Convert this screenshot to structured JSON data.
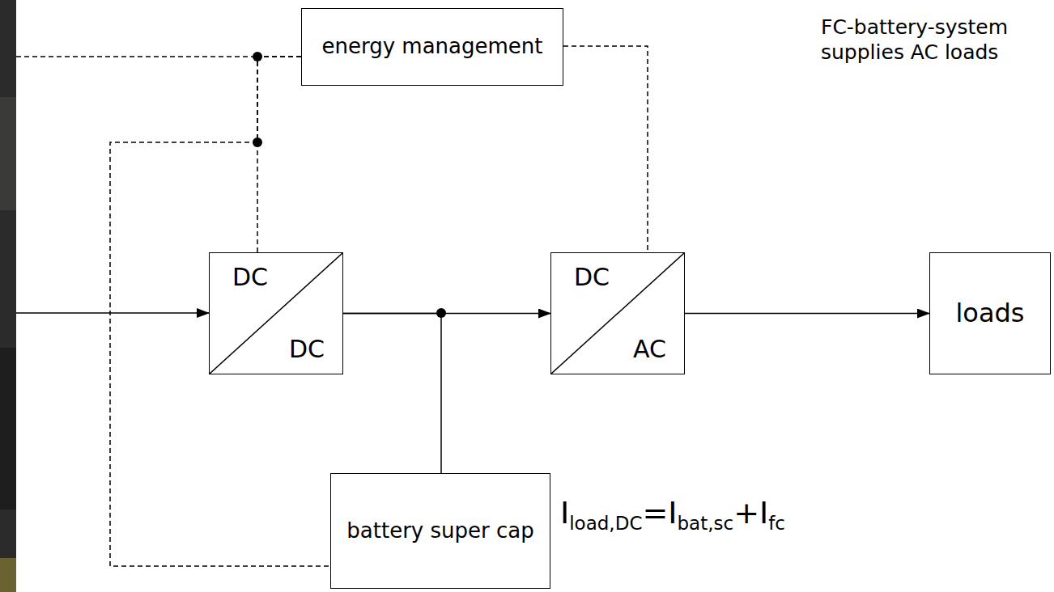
{
  "diagram": {
    "nodes": [
      {
        "text": [
          "energy management"
        ]
      },
      {
        "text": [
          "DC",
          "DC"
        ]
      },
      {
        "text": [
          "DC",
          "AC"
        ]
      },
      {
        "text": [
          "loads"
        ]
      },
      {
        "text": [
          "battery super cap"
        ]
      }
    ],
    "edges": [
      {
        "from": 1,
        "to": 2,
        "arrow": "to"
      },
      {
        "from": 2,
        "to": 3,
        "arrow": "to"
      },
      {
        "from": 1,
        "to": 4,
        "arrow": "none"
      },
      {
        "from": 0,
        "to": 2,
        "arrow": "none"
      },
      {
        "from": 0,
        "to": 1,
        "arrow": "none"
      },
      {
        "from": 0,
        "to": 4,
        "arrow": "none"
      }
    ],
    "labels": [
      "FC-battery-system supplies AC loads",
      "I",
      "load,DC",
      "=I",
      "bat,sc",
      "+I",
      "fc"
    ]
  }
}
